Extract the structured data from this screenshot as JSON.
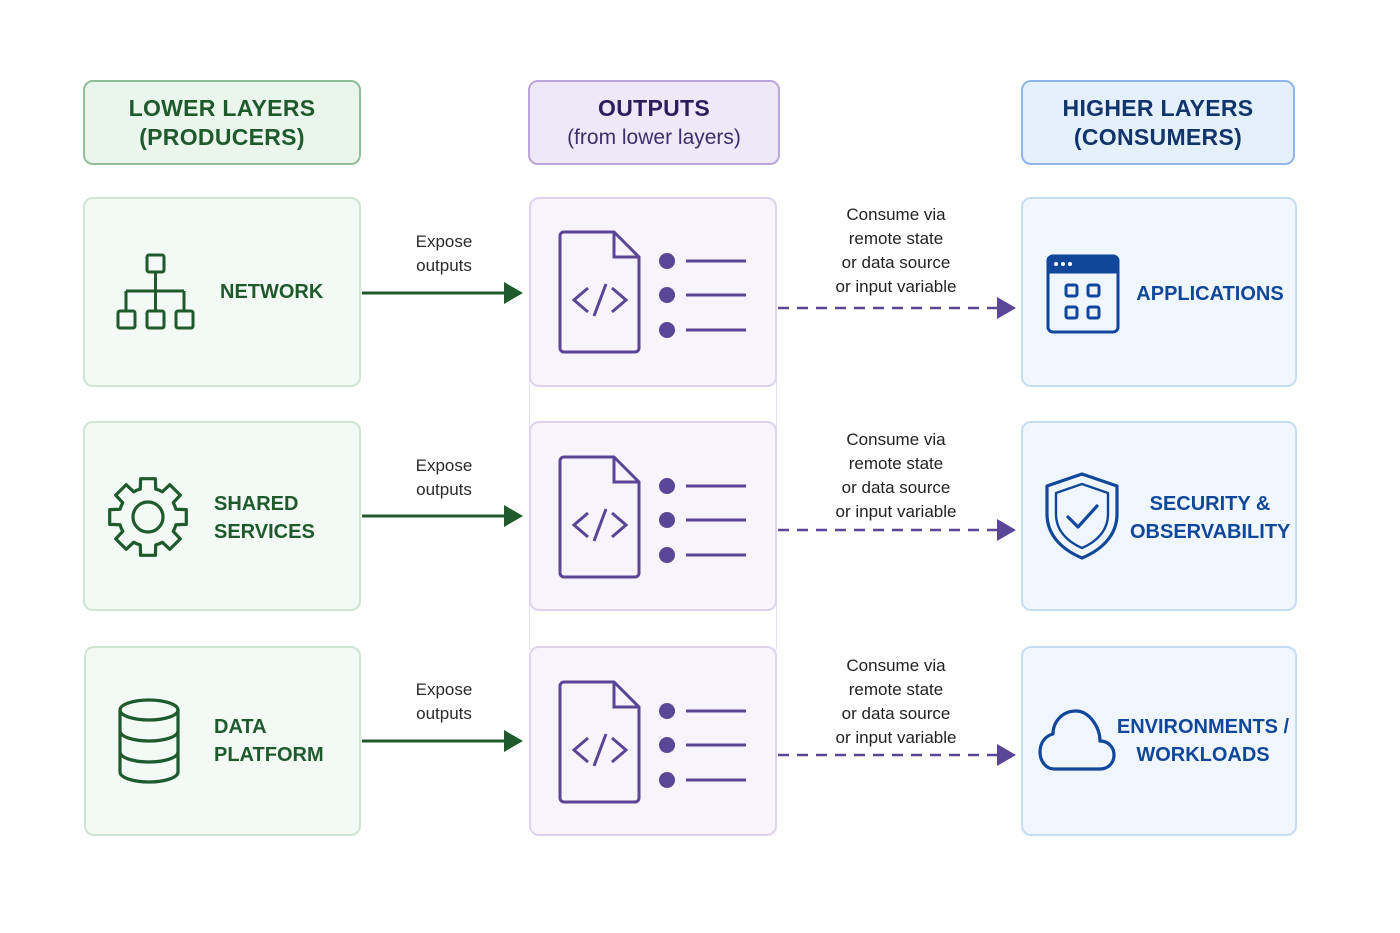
{
  "headers": {
    "lower": {
      "line1": "LOWER LAYERS",
      "line2": "(PRODUCERS)"
    },
    "outputs": {
      "line1": "OUTPUTS",
      "line2": "(from lower layers)"
    },
    "higher": {
      "line1": "HIGHER LAYERS",
      "line2": "(CONSUMERS)"
    }
  },
  "rows": [
    {
      "producer": {
        "icon": "network-icon",
        "line1": "NETWORK",
        "line2": ""
      },
      "expose": {
        "line1": "Expose",
        "line2": "outputs"
      },
      "consume": {
        "line1": "Consume via",
        "line2": "remote state",
        "line3": "or data source",
        "line4": "or input variable"
      },
      "consumer": {
        "icon": "app-grid-icon",
        "line1": "APPLICATIONS",
        "line2": ""
      }
    },
    {
      "producer": {
        "icon": "gear-icon",
        "line1": "SHARED",
        "line2": "SERVICES"
      },
      "expose": {
        "line1": "Expose",
        "line2": "outputs"
      },
      "consume": {
        "line1": "Consume via",
        "line2": "remote state",
        "line3": "or data source",
        "line4": "or input variable"
      },
      "consumer": {
        "icon": "shield-check-icon",
        "line1": "SECURITY &",
        "line2": "OBSERVABILITY"
      }
    },
    {
      "producer": {
        "icon": "database-icon",
        "line1": "DATA",
        "line2": "PLATFORM"
      },
      "expose": {
        "line1": "Expose",
        "line2": "outputs"
      },
      "consume": {
        "line1": "Consume via",
        "line2": "remote state",
        "line3": "or data source",
        "line4": "or input variable"
      },
      "consumer": {
        "icon": "cloud-icon",
        "line1": "ENVIRONMENTS /",
        "line2": "WORKLOADS"
      }
    }
  ],
  "colors": {
    "producer": "#1f5a2c",
    "outputs": "#5b4596",
    "consumer": "#11479b"
  }
}
